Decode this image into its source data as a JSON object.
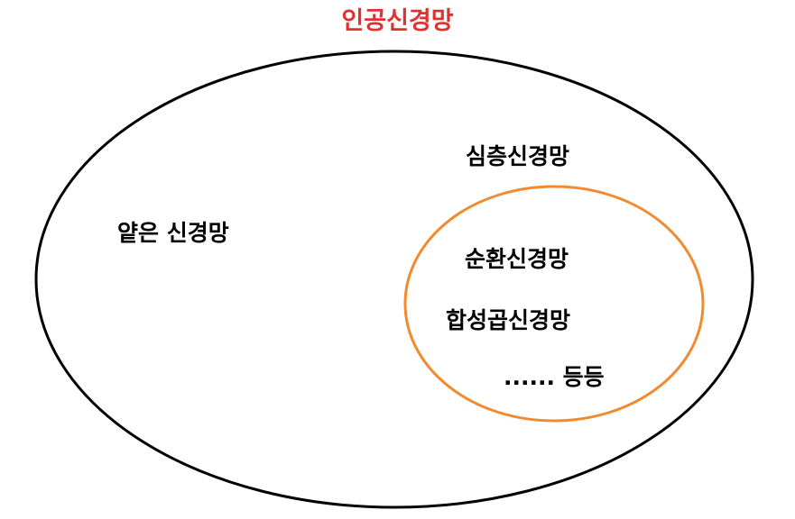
{
  "title": "인공신경망",
  "title_color": "#e03131",
  "outer_set": {
    "label": "얕은 신경망",
    "stroke_color": "#000000"
  },
  "inner_set": {
    "label": "심층신경망",
    "stroke_color": "#f28a30",
    "members": [
      "순환신경망",
      "합성곱신경망",
      "...... 등등"
    ]
  }
}
